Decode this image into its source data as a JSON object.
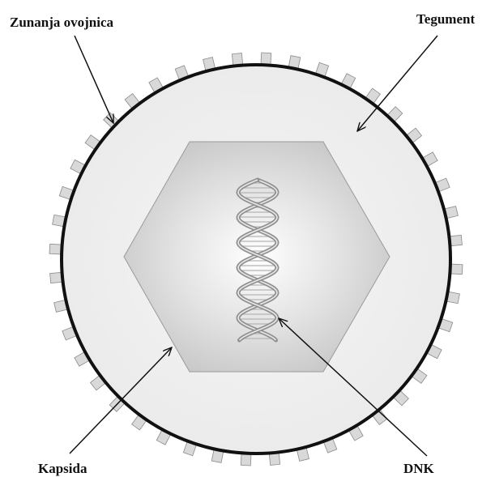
{
  "labels": {
    "envelope": "Zunanja ovojnica",
    "tegument": "Tegument",
    "capsid": "Kapsida",
    "dna": "DNK"
  },
  "colors": {
    "outline": "#111111",
    "tegument_fill": "#efefef",
    "capsid_fill": "#d6d6d6",
    "capsid_stroke": "#9a9a9a",
    "spike_fill": "#d9d9d9",
    "spike_stroke": "#8a8a8a",
    "helix": "#8f8f8f"
  }
}
